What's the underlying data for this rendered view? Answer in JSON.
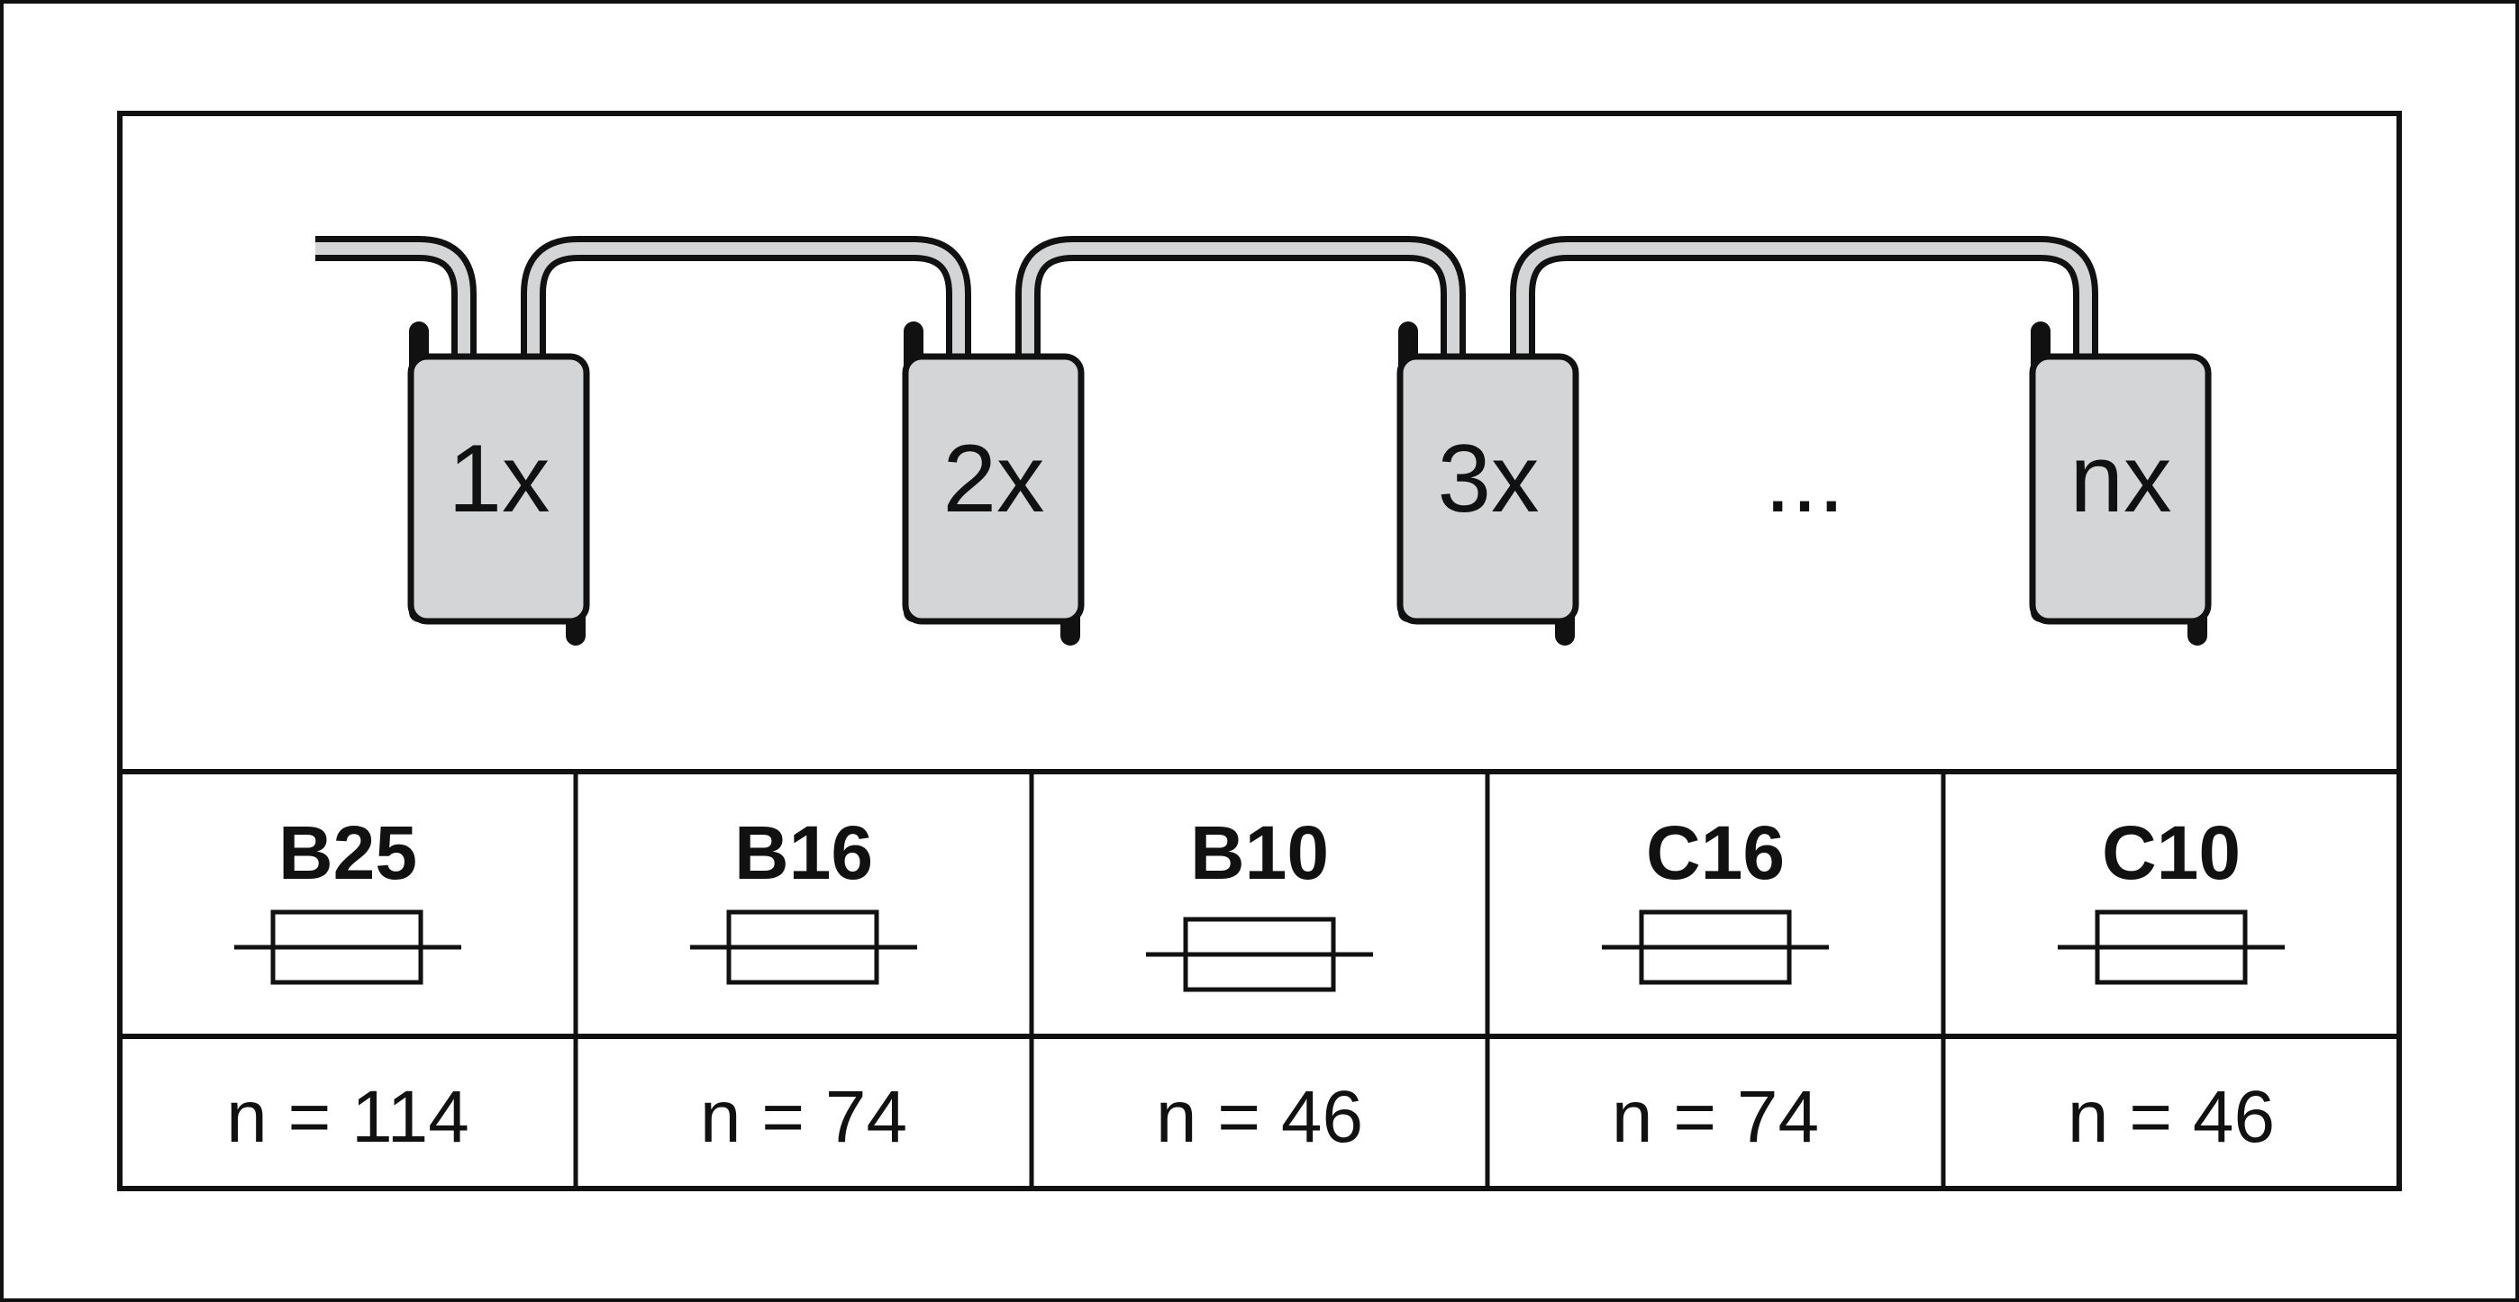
{
  "diagram": {
    "units": [
      {
        "label": "1x"
      },
      {
        "label": "2x"
      },
      {
        "label": "3x"
      },
      {
        "label": "nx"
      }
    ],
    "ellipsis": "...",
    "breakers": [
      {
        "name": "B25",
        "count": "n = 114"
      },
      {
        "name": "B16",
        "count": "n = 74"
      },
      {
        "name": "B10",
        "count": "n = 46"
      },
      {
        "name": "C16",
        "count": "n = 74"
      },
      {
        "name": "C10",
        "count": "n = 46"
      }
    ],
    "colors": {
      "line": "#111111",
      "unit_fill": "#d4d5d7",
      "background": "#ffffff"
    }
  }
}
